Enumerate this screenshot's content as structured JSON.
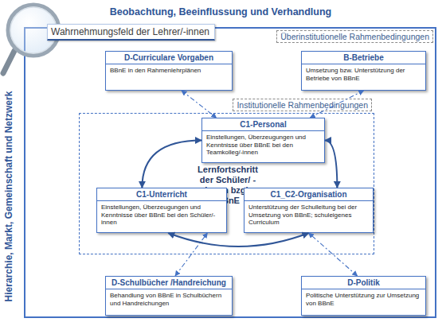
{
  "diagram": {
    "title": "Beobachtung, Beeinflussung und Verhandlung",
    "nodes": [
      {
        "text": [
          "Wahrnehmungsfeld der Lehrer/-innen",
          "Überinstitutionelle Rahmenbedingungen"
        ]
      },
      {
        "text": [
          "D-Curriculare Vorgaben",
          "BBnE in den Rahmenlehrplänen"
        ],
        "in": 0
      },
      {
        "text": [
          "B-Betriebe",
          "Umsetzung bzw. Unterstützung der Betriebe von BBnE"
        ],
        "in": 0
      },
      {
        "text": [
          "Institutionelle Rahmenbedingungen"
        ],
        "in": 0
      },
      {
        "text": [
          "C1-Personal",
          "Einstellungen, Überzeugungen und Kenntnisse über BBnE bei den Teamkolleg/-innen"
        ],
        "in": 3
      },
      {
        "text": [
          "C1-Unterricht",
          "Einstellungen, Überzeugungen und Kenntnisse über BBnE bei den Schüler/-innen"
        ],
        "in": 3
      },
      {
        "text": [
          "C1_C2-Organisation",
          "Unterstützung der Schulleitung bei der Umsetzung von BBnE; schuleigenes Curriculum"
        ],
        "in": 3
      },
      {
        "text": [
          "D-Schulbücher /Handreichung",
          "Behandlung von BBnE in Schulbüchern und Handreichungen"
        ],
        "in": 0
      },
      {
        "text": [
          "D-Politik",
          "Politische Unterstützung zur Umsetzung von BBnE"
        ],
        "in": 0
      }
    ],
    "edges": [
      {
        "from": 1,
        "to": 4,
        "arrow": "both"
      },
      {
        "from": 2,
        "to": 4,
        "arrow": "both"
      },
      {
        "from": 7,
        "to": 5,
        "arrow": "both"
      },
      {
        "from": 8,
        "to": 6,
        "arrow": "both"
      },
      {
        "from": 4,
        "to": 5,
        "arrow": "both"
      },
      {
        "from": 4,
        "to": 6,
        "arrow": "both"
      },
      {
        "from": 5,
        "to": 6,
        "arrow": "both"
      }
    ],
    "labels": [
      "Hierarchie, Markt, Gemeinschaft und Netzwerk",
      "Lernfortschritt der Schüler/ -innen bzgl. BBnE"
    ]
  }
}
